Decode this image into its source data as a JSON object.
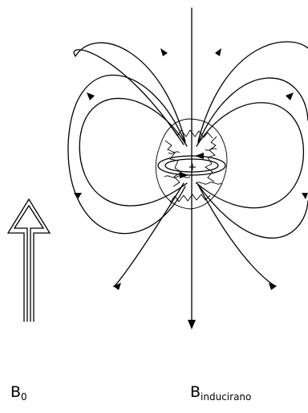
{
  "labels": {
    "b0_main": "B",
    "b0_sub": "0",
    "bind_main": "B",
    "bind_sub": "inducirano"
  },
  "symbols": {
    "plus": "+"
  },
  "colors": {
    "line": "#000000",
    "background": "#ffffff"
  }
}
